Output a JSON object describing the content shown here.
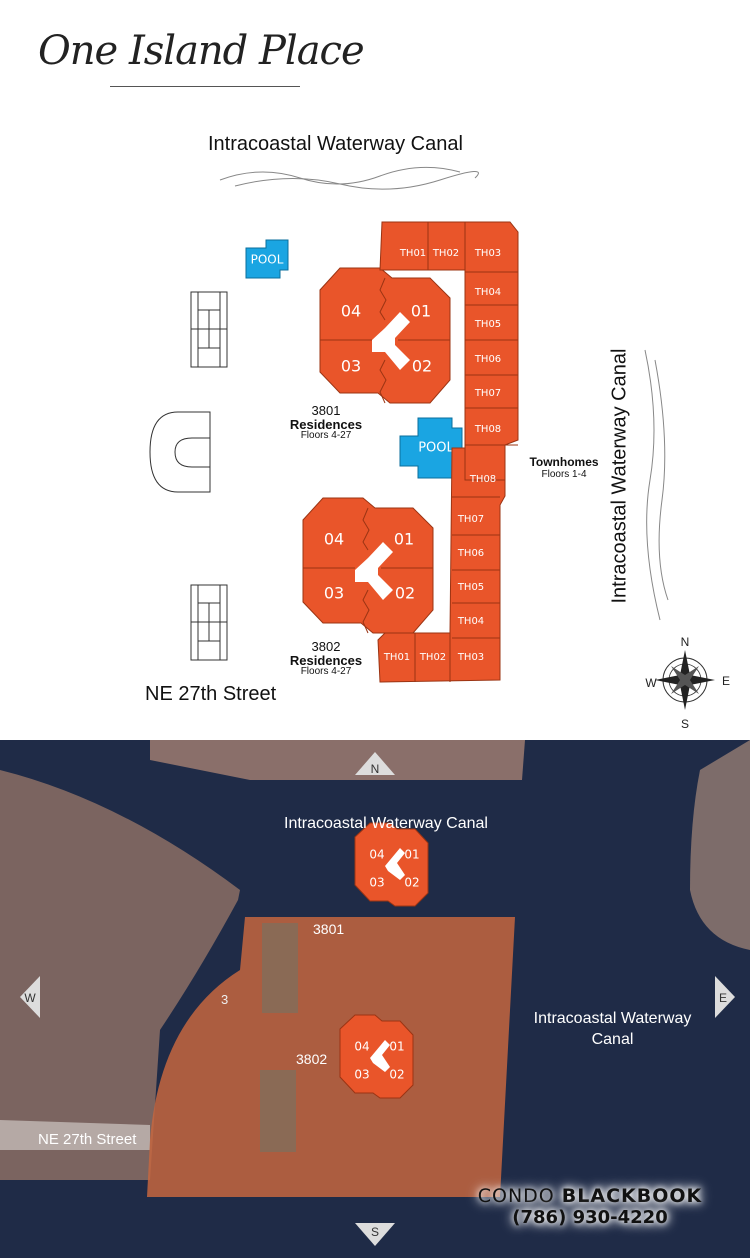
{
  "logo": {
    "text": "One Island Place"
  },
  "site_plan": {
    "canal_top": "Intracoastal Waterway Canal",
    "canal_right": "Intracoastal Waterway Canal",
    "street": "NE 27th Street",
    "pool_label": "POOL",
    "tower_3801": {
      "number": "3801",
      "name": "Residences",
      "floors": "Floors 4-27",
      "units": [
        "04",
        "01",
        "03",
        "02"
      ]
    },
    "tower_3802": {
      "number": "3802",
      "name": "Residences",
      "floors": "Floors 4-27",
      "units": [
        "04",
        "01",
        "03",
        "02"
      ]
    },
    "townhomes": {
      "name": "Townhomes",
      "floors": "Floors 1-4",
      "north_units": [
        "TH01",
        "TH02",
        "TH03",
        "TH04",
        "TH05",
        "TH06",
        "TH07",
        "TH08"
      ],
      "south_units": [
        "TH08",
        "TH07",
        "TH06",
        "TH05",
        "TH04",
        "TH03",
        "TH02",
        "TH01"
      ]
    },
    "compass": {
      "n": "N",
      "s": "S",
      "e": "E",
      "w": "W"
    }
  },
  "aerial": {
    "canal_top": "Intracoastal Waterway Canal",
    "canal_right_1": "Intracoastal Waterway",
    "canal_right_2": "Canal",
    "street": "NE 27th Street",
    "tower_3801": "3801",
    "tower_3802": "3802",
    "units": [
      "04",
      "01",
      "03",
      "02"
    ],
    "stray_label": "3",
    "compass": {
      "n": "N",
      "s": "S",
      "e": "E",
      "w": "W"
    }
  },
  "branding": {
    "name_light": "CONDO ",
    "name_bold": "BLACKBOOK",
    "phone": "(786) 930-4220"
  },
  "colors": {
    "unit_orange": "#e9552a",
    "pool_blue": "#1aa5e2",
    "water": "#1f2b47"
  }
}
